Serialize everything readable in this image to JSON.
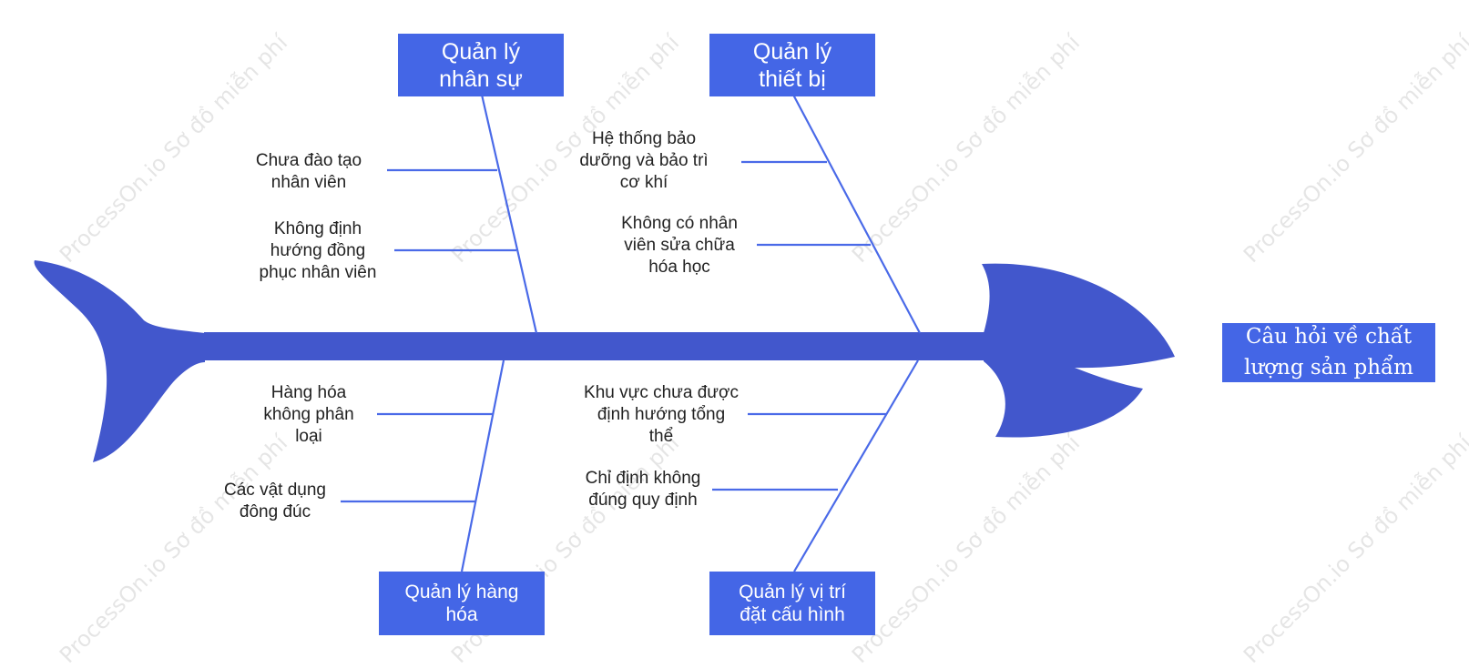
{
  "head": {
    "label": "Câu hỏi về chất\nlượng sản phẩm"
  },
  "categories": {
    "top_left": {
      "label": "Quản lý\nnhân sự"
    },
    "top_right": {
      "label": "Quản lý\nthiết bị"
    },
    "bottom_left": {
      "label": "Quản lý hàng\nhóa"
    },
    "bottom_right": {
      "label": "Quản lý vị trí\nđặt cấu hình"
    }
  },
  "causes": {
    "top_left": [
      "Chưa đào tạo\nnhân viên",
      "Không định\nhướng đồng\nphục nhân viên"
    ],
    "top_right": [
      "Hệ thống bảo\ndưỡng và bảo trì\ncơ khí",
      "Không có nhân\nviên sửa chữa\nhóa học"
    ],
    "bottom_left": [
      "Hàng hóa\nkhông phân\nloại",
      "Các vật dụng\nđông đúc"
    ],
    "bottom_right": [
      "Khu vực chưa được\nđịnh hướng tổng\nthể",
      "Chỉ định không\nđúng quy định"
    ]
  },
  "watermark": "ProcessOn.io Sơ đồ miễn phí",
  "colors": {
    "fish": "#4257cc",
    "box": "#4466e6",
    "line": "#4a6ae8",
    "text": "#222222"
  }
}
